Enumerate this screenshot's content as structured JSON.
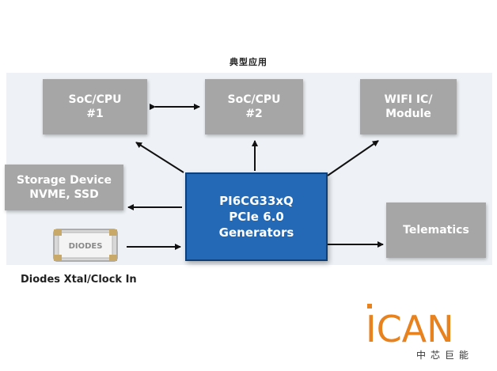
{
  "caption": "典型应用",
  "boxes": {
    "soc1": [
      "SoC/CPU",
      "#1"
    ],
    "soc2": [
      "SoC/CPU",
      "#2"
    ],
    "wifi": [
      "WIFI IC/",
      "Module"
    ],
    "storage": [
      "Storage Device",
      "NVME, SSD"
    ],
    "telematics": [
      "Telematics"
    ]
  },
  "hub": [
    "PI6CG33xQ",
    "PCIe 6.0",
    "Generators"
  ],
  "crystal": {
    "brand": "DIODES",
    "label": "Diodes Xtal/Clock In"
  },
  "logo": {
    "wordmark": "ICAN",
    "sub": "中芯巨能",
    "color": "#e8821e"
  },
  "colors": {
    "box": "#a6a6a6",
    "hub": "#2469b5",
    "panel": "#eef2f6",
    "arrow": "#111111"
  }
}
